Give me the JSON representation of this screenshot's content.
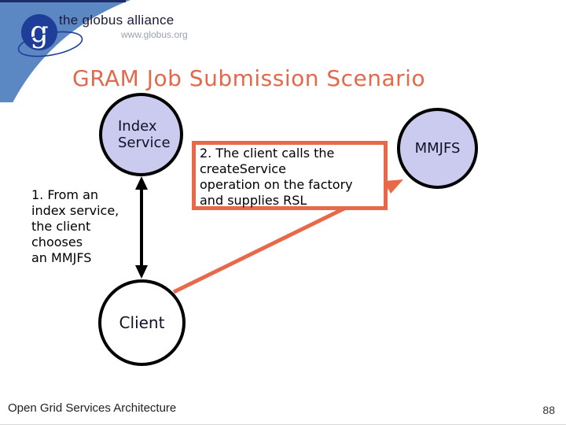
{
  "header": {
    "brand": "the globus alliance",
    "site": "www.globus.org",
    "monogram": "g"
  },
  "slide": {
    "title": "GRAM Job Submission Scenario",
    "footer": "Open Grid Services Architecture",
    "page_number": "88"
  },
  "diagram": {
    "index_service_label": "Index\nService",
    "mmjfs_label": "MMJFS",
    "client_label": "Client",
    "step1": "1. From an\nindex service,\nthe client\nchooses\nan MMJFS",
    "step2": "2. The client calls the\ncreateService\noperation on the factory\nand supplies RSL"
  },
  "colors": {
    "accent_orange": "#e8684a",
    "title_orange": "#e2694c",
    "node_fill": "#cbcbf0",
    "header_blue": "#5b87c2",
    "logo_navy": "#1f3e9a",
    "top_bar_navy": "#1d2b69"
  }
}
